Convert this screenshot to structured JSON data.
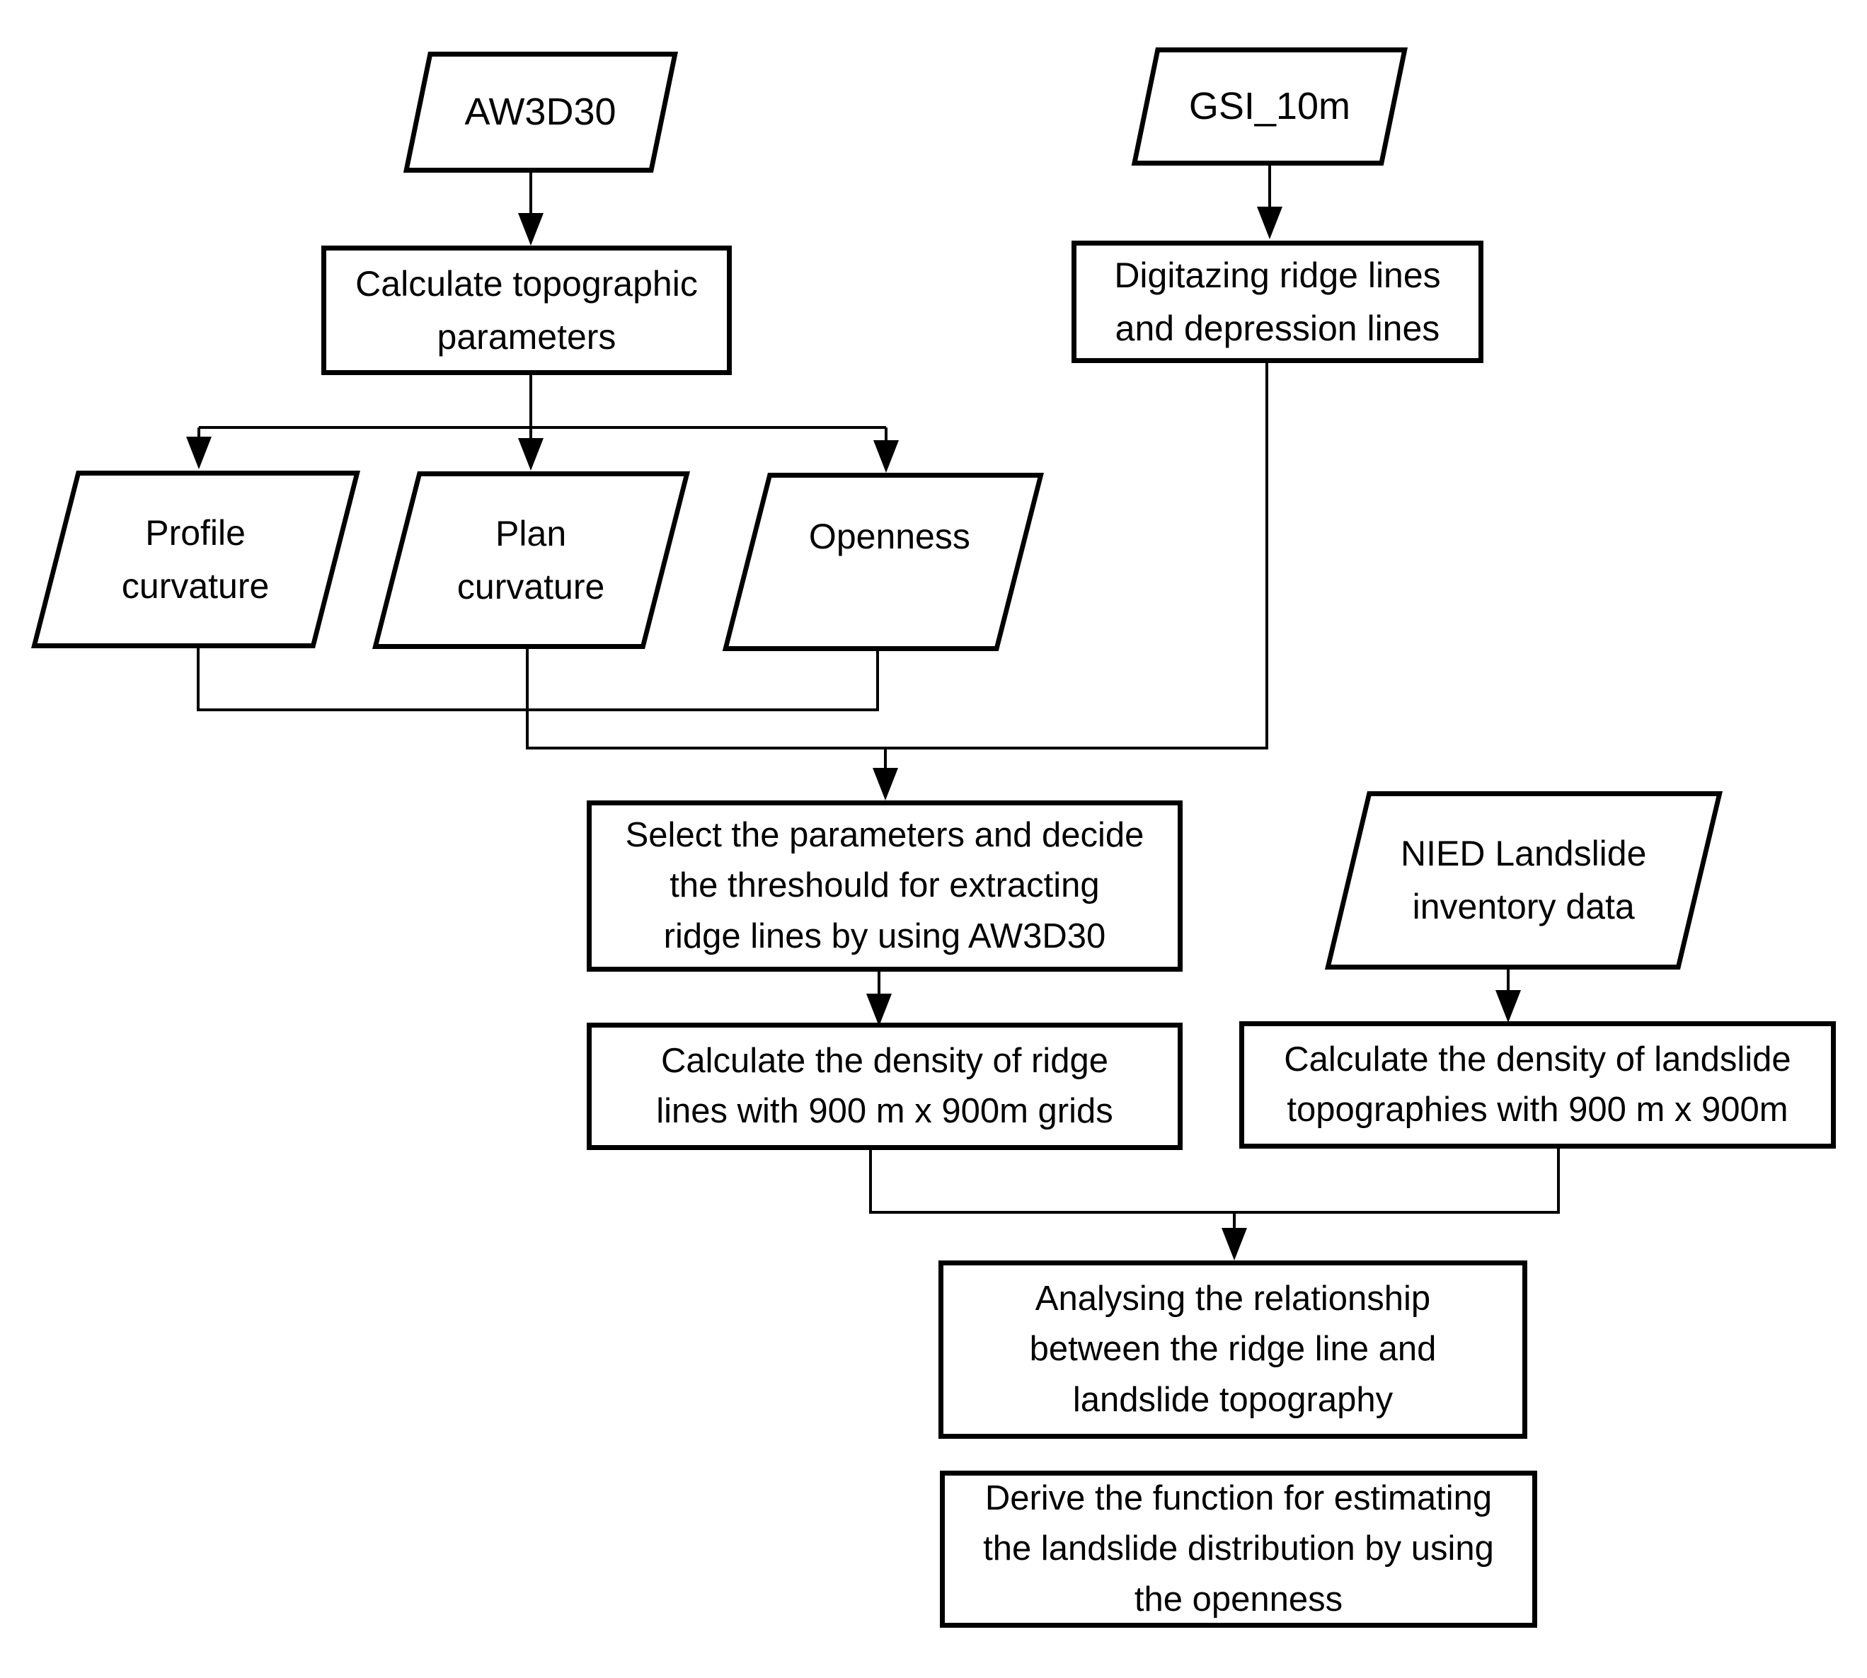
{
  "diagram": {
    "title": "Ridge line and landslide analysis workflow flowchart",
    "background_color": "#ffffff",
    "line_color": "#000000",
    "nodes": {
      "aw3d30": {
        "shape": "parallelogram",
        "label": "AW3D30"
      },
      "gsi10m": {
        "shape": "parallelogram",
        "label": "GSI_10m"
      },
      "calc_topo": {
        "shape": "rectangle",
        "label": "Calculate topographic\nparameters"
      },
      "digitazing": {
        "shape": "rectangle",
        "label": "Digitazing ridge lines\nand depression lines"
      },
      "profile_curvature": {
        "shape": "parallelogram",
        "label": "Profile\ncurvature"
      },
      "plan_curvature": {
        "shape": "parallelogram",
        "label": "Plan\ncurvature"
      },
      "openness": {
        "shape": "parallelogram",
        "label": "Openness"
      },
      "select_parameters": {
        "shape": "rectangle",
        "label": "Select the parameters and decide\nthe threshould for extracting\nridge lines by using AW3D30"
      },
      "nied": {
        "shape": "parallelogram",
        "label": "NIED Landslide\ninventory data"
      },
      "ridge_density": {
        "shape": "rectangle",
        "label": "Calculate the density of ridge\nlines with 900 m x 900m grids"
      },
      "landslide_density": {
        "shape": "rectangle",
        "label": "Calculate the density of landslide\ntopographies with 900 m x 900m"
      },
      "analysing": {
        "shape": "rectangle",
        "label": "Analysing the relationship\nbetween the ridge line and\nlandslide topography"
      },
      "derive": {
        "shape": "rectangle",
        "label": "Derive the function for estimating\nthe landslide distribution by using\nthe openness"
      }
    }
  }
}
